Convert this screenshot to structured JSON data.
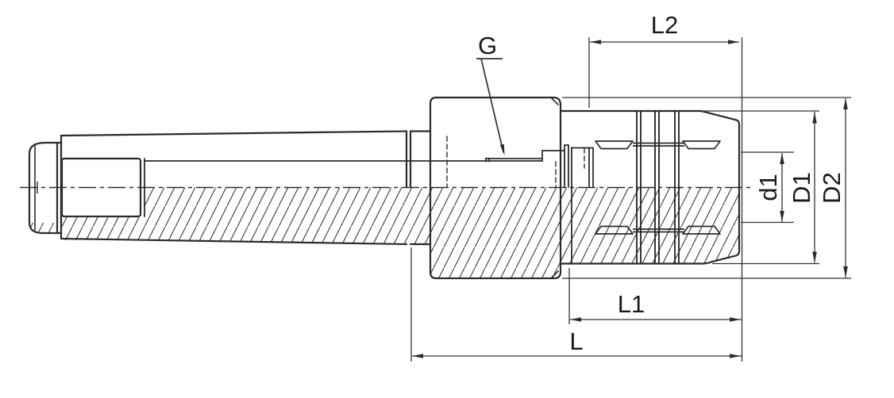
{
  "drawing": {
    "type": "technical-drawing-half-section",
    "subject": "morse-taper-collet-chuck",
    "labels": {
      "g": "G",
      "l2": "L2",
      "d1": "d1",
      "big_d1": "D1",
      "big_d2": "D2",
      "l1": "L1",
      "l": "L"
    },
    "colors": {
      "background": "#ffffff",
      "line": "#2b2b2e",
      "text": "#1a1a1e"
    }
  }
}
